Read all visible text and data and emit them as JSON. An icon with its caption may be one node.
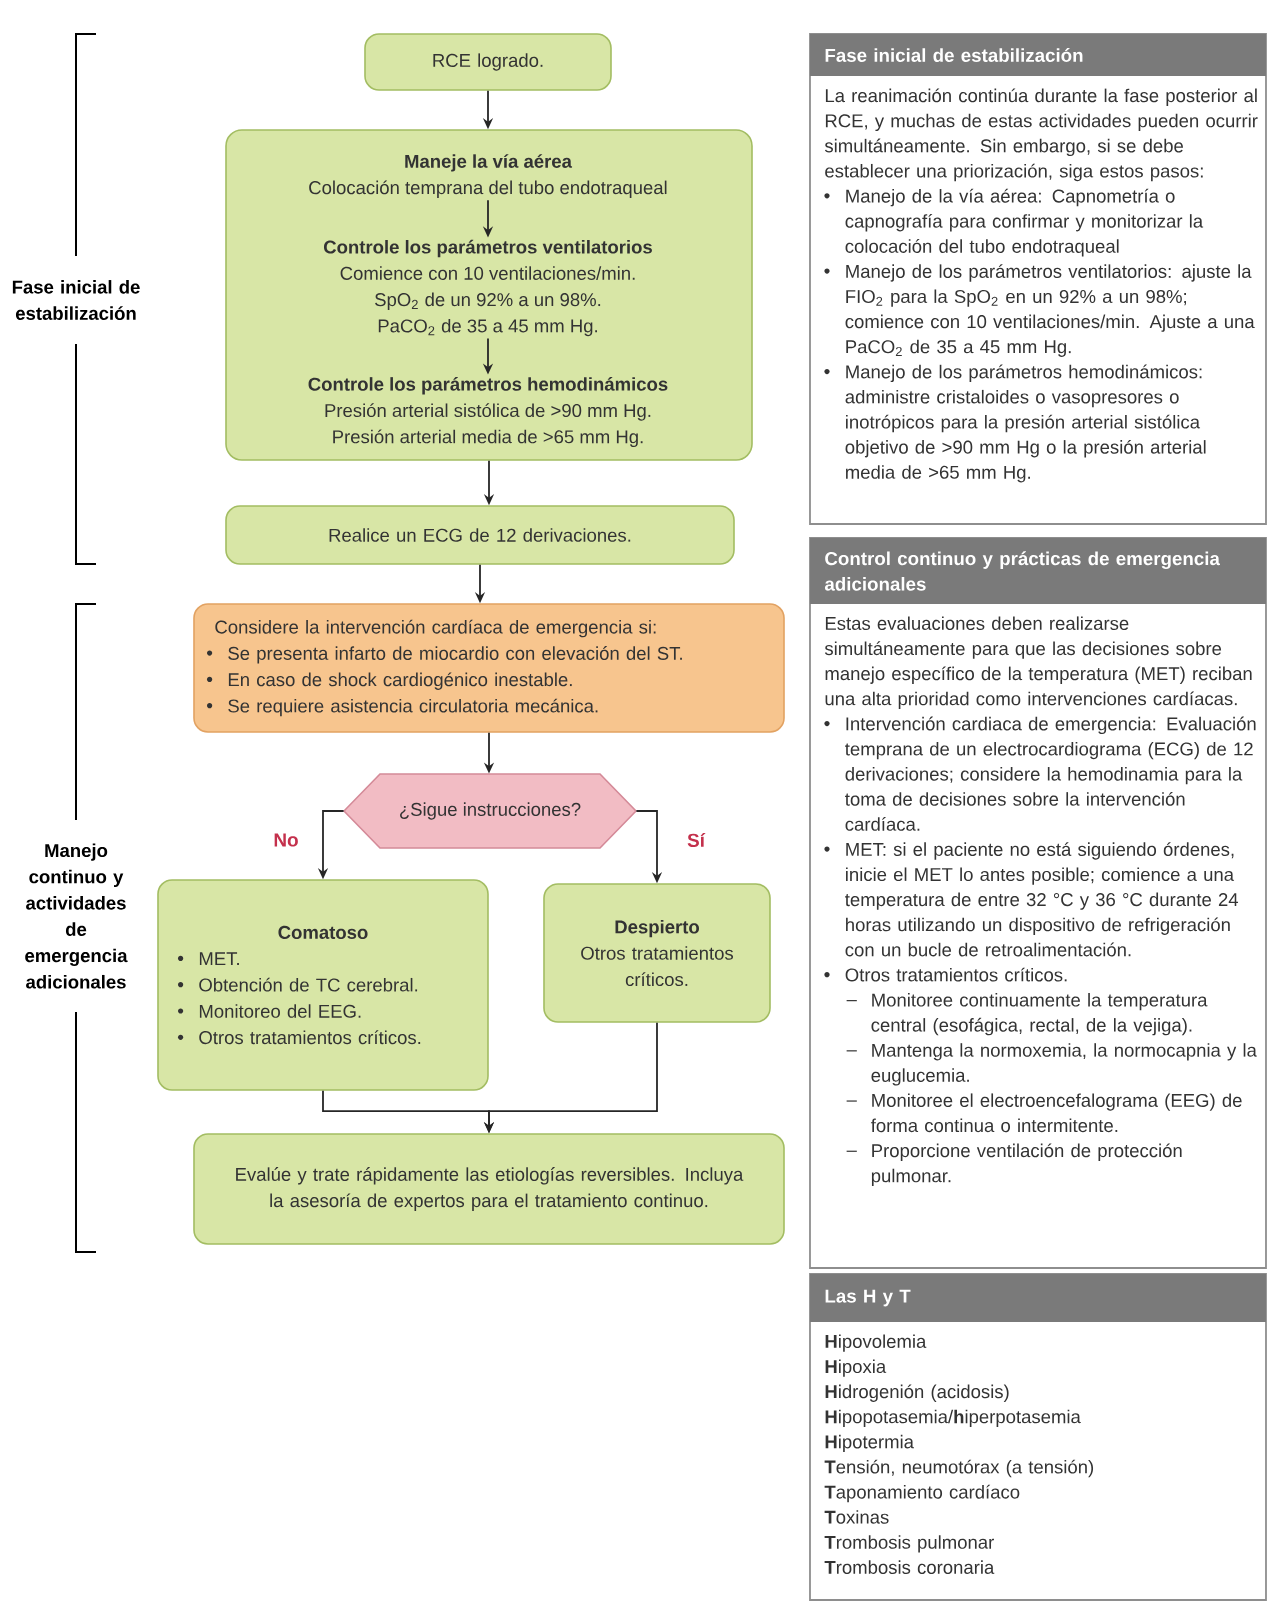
{
  "diagram": {
    "nodes": [
      {
        "text": [
          "RCE logrado."
        ]
      },
      {
        "text": [],
        "shape": "box"
      },
      {
        "text": [
          "Maneje la vía aérea",
          "Colocación temprana del tubo endotraqueal"
        ],
        "in": 1
      },
      {
        "text": [
          "Controle los parámetros ventilatorios",
          "Comience con 10 ventilaciones/min.",
          "SpO$_{2}$ de un 92% a un 98%.",
          "PaCO$_{2}$ de 35 a 45 mm Hg."
        ],
        "in": 1
      },
      {
        "text": [
          "Controle los parámetros hemodinámicos",
          "Presión arterial sistólica de >90 mm Hg.",
          "Presión arterial media de >65 mm Hg."
        ],
        "in": 1
      },
      {
        "text": [
          "Realice un ECG de 12 derivaciones."
        ]
      },
      {
        "text": [
          "Considere la intervención cardíaca de emergencia si:",
          "Se presenta infarto de miocardio con elevación del ST.",
          "En caso de shock cardiogénico inestable.",
          "Se requiere asistencia circulatoria mecánica."
        ]
      },
      {
        "text": [
          "¿Sigue instrucciones?"
        ]
      },
      {
        "text": [
          "Comatoso",
          "MET.",
          "Obtención de TC cerebral.",
          "Monitoreo del EEG.",
          "Otros tratamientos críticos."
        ]
      },
      {
        "text": [
          "Despierto",
          "Otros tratamientos críticos."
        ]
      },
      {
        "text": [
          "Evalúe y trate rápidamente las etiologías reversibles. Incluya la asesoría de expertos para el tratamiento continuo."
        ]
      },
      {
        "text": [
          "Fase inicial de estabilización",
          "La reanimación continúa durante la fase posterior al RCE, y muchas de estas actividades pueden ocurrir simultáneamente. Sin embargo, si se debe establecer una priorización, siga estos pasos:",
          "Manejo de la vía aérea: Capnometría o capnografía para confirmar y monitorizar la colocación del tubo endotraqueal",
          "Manejo de los parámetros ventilatorios: ajuste la FIO$_{2}$ para la SpO$_{2}$ en un 92% a un 98%; comience con 10 ventilaciones/min. Ajuste a una PaCO$_{2}$ de 35 a 45 mm Hg.",
          "Manejo de los parámetros hemodinámicos: administre cristaloides o vasopresores o inotrópicos para la presión arterial sistólica objetivo de >90 mm Hg o la presión arterial media de >65 mm Hg."
        ]
      },
      {
        "text": [
          "Control continuo y prácticas de emergencia adicionales",
          "Estas evaluaciones deben realizarse simultáneamente para que las decisiones sobre manejo específico de la temperatura (MET) reciban una alta prioridad como intervenciones cardíacas.",
          "Intervención cardiaca de emergencia: Evaluación temprana de un electrocardiograma (ECG) de 12 derivaciones; considere la hemodinamia para la toma de decisiones sobre la intervención cardíaca.",
          "MET: si el paciente no está siguiendo órdenes, inicie el MET lo antes posible; comience a una temperatura de entre 32 °C y 36 °C durante 24 horas utilizando un dispositivo de refrigeración con un bucle de retroalimentación.",
          "Otros tratamientos críticos.",
          "Monitoree continuamente la temperatura central (esofágica, rectal, de la vejiga).",
          "Mantenga la normoxemia, la normocapnia y la euglucemia.",
          "Monitoree el electroencefalograma (EEG) de forma continua o intermitente.",
          "Proporcione ventilación de protección pulmonar."
        ]
      },
      {
        "text": [
          "Las H y T",
          "**H**ipovolemia",
          "**H**ipoxia",
          "**H**idrogenión (acidosis)",
          "**H**ipopotasemia/**h**iperpotasemia",
          "**H**ipotermia",
          "**T**ensión, neumotórax (a tensión)",
          "**T**aponamiento cardíaco",
          "**T**oxinas",
          "**T**rombosis pulmonar",
          "**T**rombosis coronaria"
        ]
      }
    ],
    "edges": [
      {
        "from": 0,
        "to": 1,
        "arrow": "to"
      },
      {
        "from": 2,
        "to": 3,
        "arrow": "to"
      },
      {
        "from": 3,
        "to": 4,
        "arrow": "to"
      },
      {
        "from": 1,
        "to": 5,
        "arrow": "to"
      },
      {
        "from": 5,
        "to": 6,
        "arrow": "to"
      },
      {
        "from": 6,
        "to": 7,
        "arrow": "to"
      },
      {
        "from": 7,
        "to": 8,
        "arrow": "to",
        "label": "No"
      },
      {
        "from": 7,
        "to": 9,
        "arrow": "to",
        "label": "Sí"
      },
      {
        "from": 8,
        "to": 10,
        "arrow": "to"
      },
      {
        "from": 9,
        "to": 10,
        "arrow": "to"
      }
    ],
    "labels": [
      "Fase inicial de estabilización",
      "Manejo continuo y actividades de emergencia adicionales"
    ]
  }
}
